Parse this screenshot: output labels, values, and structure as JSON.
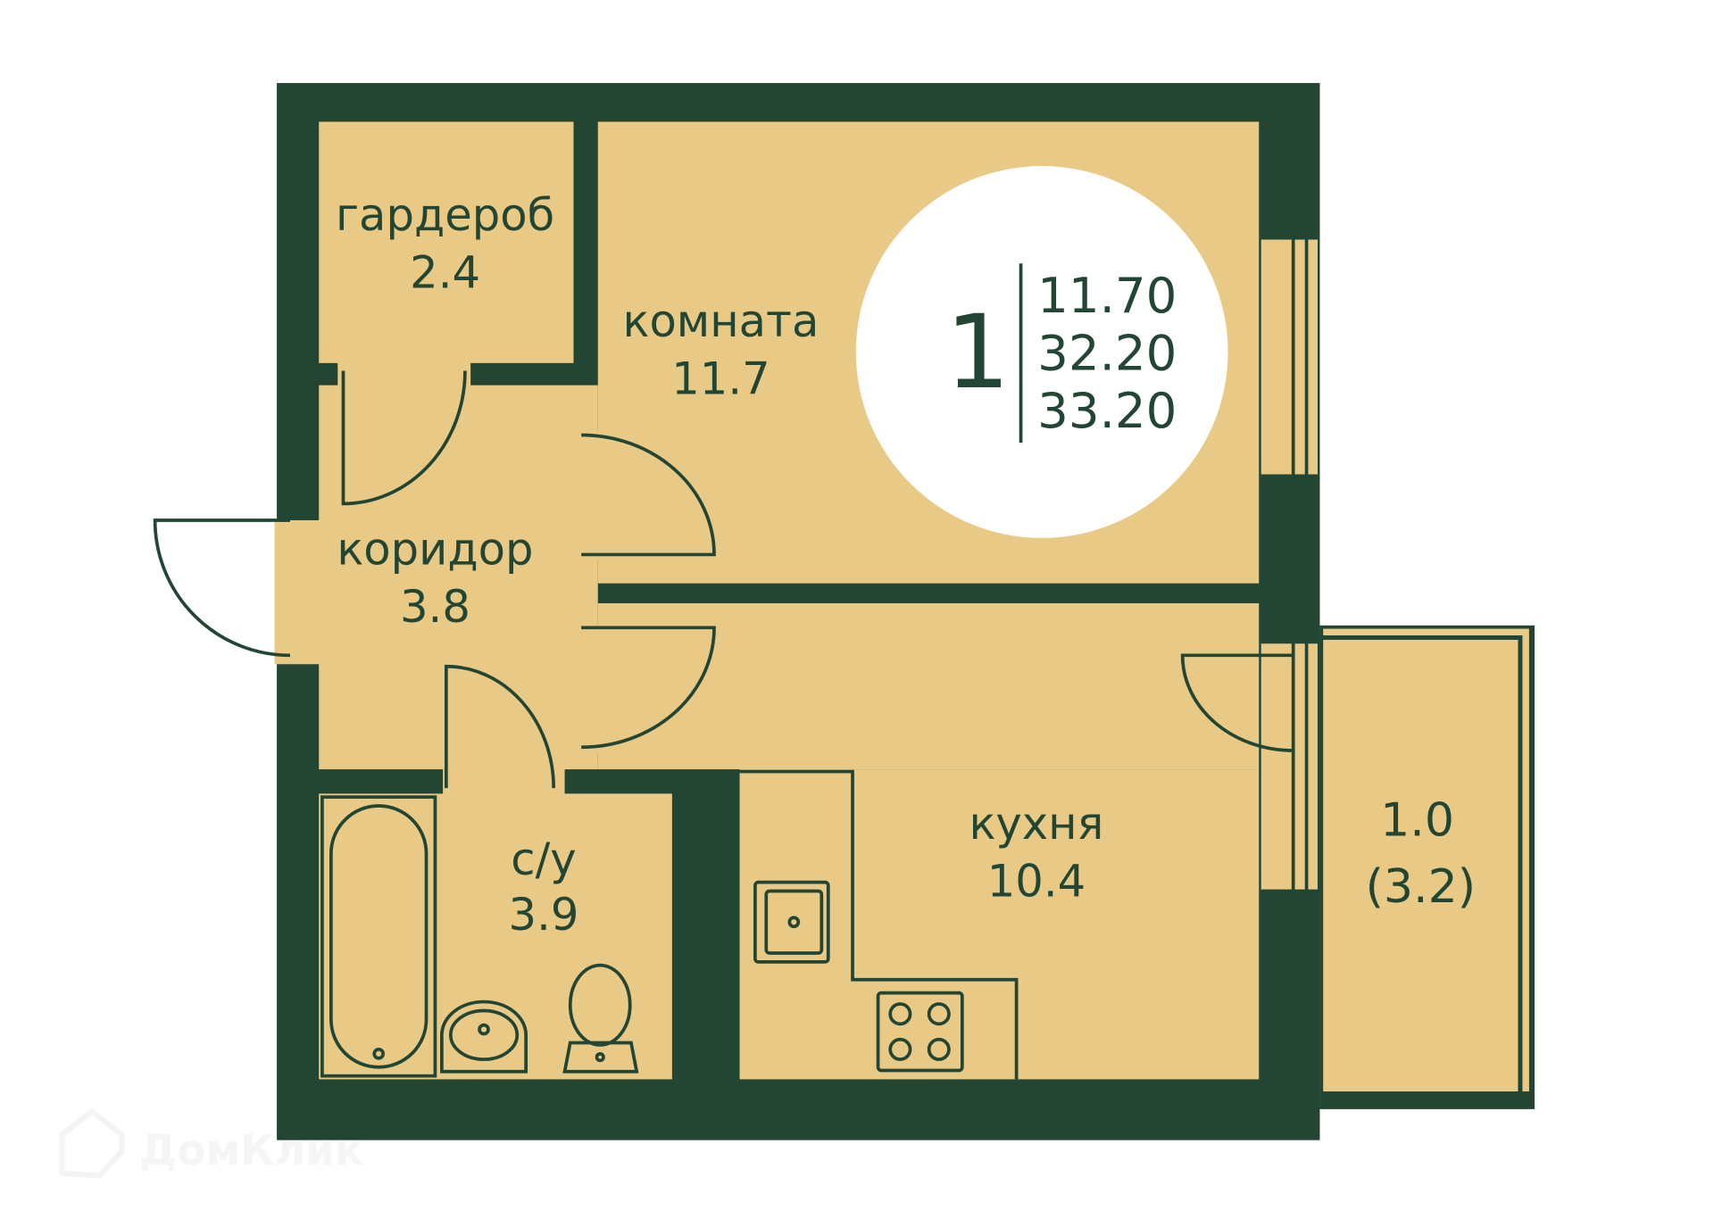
{
  "colors": {
    "wall": "#234634",
    "floor": "#e8c986",
    "badge": "#ffffff",
    "background": "#ffffff"
  },
  "rooms": [
    {
      "name": "гардероб",
      "area": "2.4"
    },
    {
      "name": "комната",
      "area": "11.7"
    },
    {
      "name": "коридор",
      "area": "3.8"
    },
    {
      "name": "с/у",
      "area": "3.9"
    },
    {
      "name": "кухня",
      "area": "10.4"
    }
  ],
  "balcony": {
    "area": "1.0",
    "area_full": "(3.2)"
  },
  "summary": {
    "rooms_count": "1",
    "living_area": "11.70",
    "total_area": "32.20",
    "total_area_with_balcony": "33.20"
  },
  "watermark": {
    "text": "ДомКлик",
    "icon": "house-logo-icon"
  }
}
